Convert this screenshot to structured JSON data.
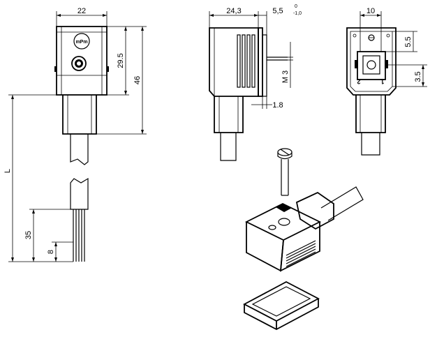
{
  "dimensions": {
    "front_width": "22",
    "front_height_upper": "29.5",
    "front_height_total": "46",
    "cable_length": "L",
    "strip_35": "35",
    "strip_8": "8",
    "side_depth": "24,3",
    "side_pin_length": "5,5",
    "side_tol_upper": "0",
    "side_tol_lower": "-1,0",
    "side_thread": "M 3",
    "side_flange": "1.8",
    "rear_width": "10",
    "rear_offset_upper": "5.5",
    "rear_offset_lower": "3.5"
  },
  "labels": {
    "brand_logo": "mPm",
    "terminal_1": "1",
    "terminal_2": "2"
  }
}
